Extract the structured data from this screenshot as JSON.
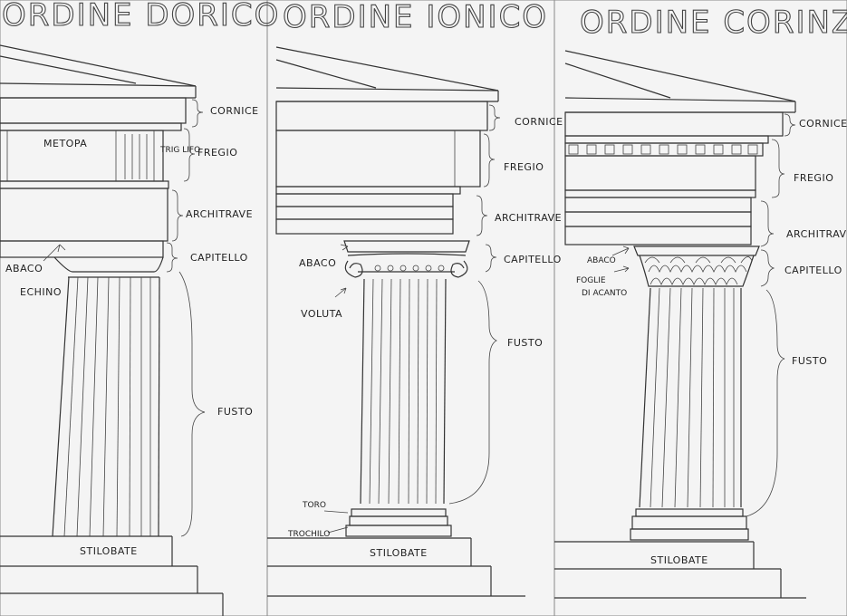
{
  "titles": {
    "doric": "ORDINE DORICO",
    "ionic": "ORDINE IONICO",
    "corinthian": "ORDINE CORINZIO"
  },
  "doric": {
    "cornice": "CORNICE",
    "metopa": "METOPA",
    "triglifo": "TRIG LIFO",
    "fregio": "FREGIO",
    "architrave": "ARCHITRAVE",
    "capitello": "CAPITELLO",
    "abaco": "ABACO",
    "echino": "ECHINO",
    "fusto": "FUSTO",
    "stilobate": "STILOBATE"
  },
  "ionic": {
    "cornice": "CORNICE",
    "fregio": "FREGIO",
    "architrave": "ARCHITRAVE",
    "capitello": "CAPITELLO",
    "abaco": "ABACO",
    "voluta": "VOLUTA",
    "fusto": "FUSTO",
    "toro": "TORO",
    "trochilo": "TROCHILO",
    "stilobate": "STILOBATE"
  },
  "corinthian": {
    "cornice": "CORNICE",
    "fregio": "FREGIO",
    "architrave": "ARCHITRAVE",
    "capitello": "CAPITELLO",
    "abaco": "ABACO",
    "foglie": "FOGLIE",
    "acanto": "DI ACANTO",
    "fusto": "FUSTO",
    "stilobate": "STILOBATE"
  }
}
